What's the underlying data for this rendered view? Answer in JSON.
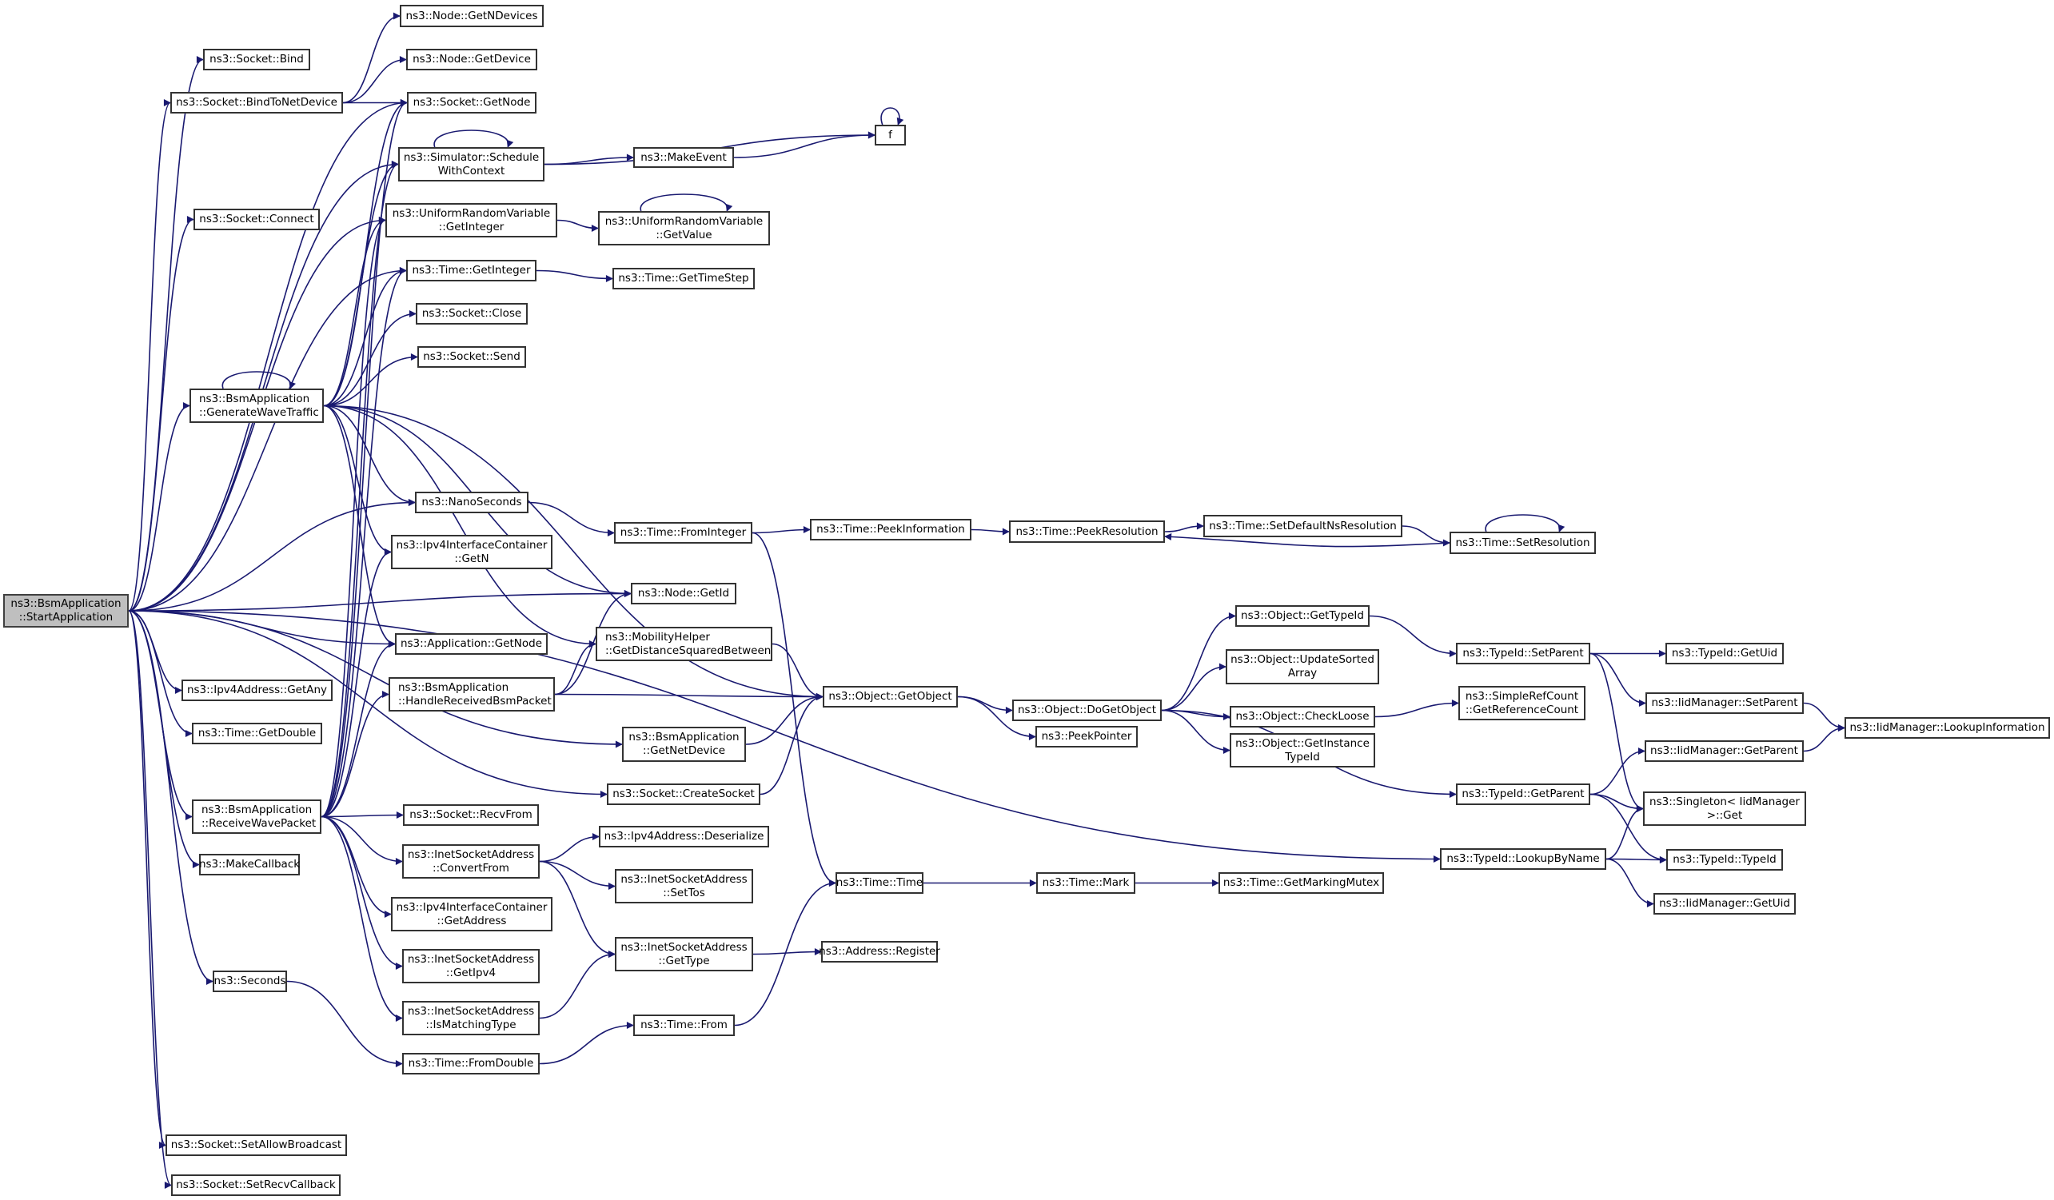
{
  "title": "Call graph of ns3::BsmApplication::StartApplication",
  "colors": {
    "edge": "#191970",
    "node_border": "#333333",
    "root_fill": "#bfbfbf",
    "node_fill": "#ffffff"
  },
  "nodes": {
    "startApp": "ns3::BsmApplication\n::StartApplication",
    "bind": "ns3::Socket::Bind",
    "bindToNetDevice": "ns3::Socket::BindToNetDevice",
    "connect": "ns3::Socket::Connect",
    "generateWave": "ns3::BsmApplication\n::GenerateWaveTraffic",
    "ipv4GetAny": "ns3::Ipv4Address::GetAny",
    "timeGetDouble": "ns3::Time::GetDouble",
    "receiveWave": "ns3::BsmApplication\n::ReceiveWavePacket",
    "makeCallback": "ns3::MakeCallback",
    "seconds": "ns3::Seconds",
    "setAllowBroadcast": "ns3::Socket::SetAllowBroadcast",
    "setRecvCallback": "ns3::Socket::SetRecvCallback",
    "nodeGetNDevices": "ns3::Node::GetNDevices",
    "nodeGetDevice": "ns3::Node::GetDevice",
    "socketGetNode": "ns3::Socket::GetNode",
    "scheduleWithContext": "ns3::Simulator::Schedule\nWithContext",
    "urvGetInteger": "ns3::UniformRandomVariable\n::GetInteger",
    "timeGetInteger": "ns3::Time::GetInteger",
    "socketClose": "ns3::Socket::Close",
    "socketSend": "ns3::Socket::Send",
    "nanoSeconds": "ns3::NanoSeconds",
    "ipv4IcGetN": "ns3::Ipv4InterfaceContainer\n::GetN",
    "appGetNode": "ns3::Application::GetNode",
    "handleReceived": "ns3::BsmApplication\n::HandleReceivedBsmPacket",
    "socketRecvFrom": "ns3::Socket::RecvFrom",
    "inetConvertFrom": "ns3::InetSocketAddress\n::ConvertFrom",
    "ipv4IcGetAddress": "ns3::Ipv4InterfaceContainer\n::GetAddress",
    "inetGetIpv4": "ns3::InetSocketAddress\n::GetIpv4",
    "inetIsMatchingType": "ns3::InetSocketAddress\n::IsMatchingType",
    "timeFromDouble": "ns3::Time::FromDouble",
    "makeEvent": "ns3::MakeEvent",
    "f": "f",
    "urvGetValue": "ns3::UniformRandomVariable\n::GetValue",
    "timeGetTimeStep": "ns3::Time::GetTimeStep",
    "timeFromInteger": "ns3::Time::FromInteger",
    "nodeGetId": "ns3::Node::GetId",
    "mobilityDist": "ns3::MobilityHelper\n::GetDistanceSquaredBetween",
    "getNetDevice": "ns3::BsmApplication\n::GetNetDevice",
    "createSocket": "ns3::Socket::CreateSocket",
    "ipv4Deserialize": "ns3::Ipv4Address::Deserialize",
    "inetSetTos": "ns3::InetSocketAddress\n::SetTos",
    "inetGetType": "ns3::InetSocketAddress\n::GetType",
    "timeFrom": "ns3::Time::From",
    "peekInformation": "ns3::Time::PeekInformation",
    "objectGetObject": "ns3::Object::GetObject",
    "timeTime": "ns3::Time::Time",
    "addressRegister": "ns3::Address::Register",
    "peekResolution": "ns3::Time::PeekResolution",
    "doGetObject": "ns3::Object::DoGetObject",
    "peekPointer": "ns3::PeekPointer",
    "timeMark": "ns3::Time::Mark",
    "setDefaultNs": "ns3::Time::SetDefaultNsResolution",
    "objGetTypeId": "ns3::Object::GetTypeId",
    "updateSorted": "ns3::Object::UpdateSorted\nArray",
    "checkLoose": "ns3::Object::CheckLoose",
    "getInstanceTypeId": "ns3::Object::GetInstance\nTypeId",
    "getMarkingMutex": "ns3::Time::GetMarkingMutex",
    "setResolution": "ns3::Time::SetResolution",
    "typeIdSetParent": "ns3::TypeId::SetParent",
    "simpleRefCount": "ns3::SimpleRefCount\n::GetReferenceCount",
    "typeIdGetParent": "ns3::TypeId::GetParent",
    "lookupByName": "ns3::TypeId::LookupByName",
    "typeIdGetUid": "ns3::TypeId::GetUid",
    "iidSetParent": "ns3::IidManager::SetParent",
    "iidGetParent": "ns3::IidManager::GetParent",
    "singletonGet": "ns3::Singleton< IidManager\n>::Get",
    "typeIdTypeId": "ns3::TypeId::TypeId",
    "iidGetUid": "ns3::IidManager::GetUid",
    "lookupInformation": "ns3::IidManager::LookupInformation"
  },
  "edges": [
    [
      "startApp",
      "bind"
    ],
    [
      "startApp",
      "bindToNetDevice"
    ],
    [
      "startApp",
      "socketGetNode"
    ],
    [
      "startApp",
      "connect"
    ],
    [
      "startApp",
      "scheduleWithContext"
    ],
    [
      "startApp",
      "urvGetInteger"
    ],
    [
      "startApp",
      "timeGetInteger"
    ],
    [
      "startApp",
      "generateWave"
    ],
    [
      "startApp",
      "nanoSeconds"
    ],
    [
      "startApp",
      "nodeGetId"
    ],
    [
      "startApp",
      "appGetNode"
    ],
    [
      "startApp",
      "ipv4GetAny"
    ],
    [
      "startApp",
      "timeGetDouble"
    ],
    [
      "startApp",
      "getNetDevice"
    ],
    [
      "startApp",
      "createSocket"
    ],
    [
      "startApp",
      "receiveWave"
    ],
    [
      "startApp",
      "makeCallback"
    ],
    [
      "startApp",
      "seconds"
    ],
    [
      "startApp",
      "lookupByName"
    ],
    [
      "startApp",
      "setAllowBroadcast"
    ],
    [
      "startApp",
      "setRecvCallback"
    ],
    [
      "bindToNetDevice",
      "nodeGetNDevices"
    ],
    [
      "bindToNetDevice",
      "nodeGetDevice"
    ],
    [
      "bindToNetDevice",
      "socketGetNode"
    ],
    [
      "generateWave",
      "generateWave"
    ],
    [
      "generateWave",
      "socketGetNode"
    ],
    [
      "generateWave",
      "scheduleWithContext"
    ],
    [
      "generateWave",
      "urvGetInteger"
    ],
    [
      "generateWave",
      "timeGetInteger"
    ],
    [
      "generateWave",
      "socketClose"
    ],
    [
      "generateWave",
      "socketSend"
    ],
    [
      "generateWave",
      "nanoSeconds"
    ],
    [
      "generateWave",
      "ipv4IcGetN"
    ],
    [
      "generateWave",
      "appGetNode"
    ],
    [
      "generateWave",
      "nodeGetId"
    ],
    [
      "generateWave",
      "mobilityDist"
    ],
    [
      "generateWave",
      "objectGetObject"
    ],
    [
      "receiveWave",
      "socketGetNode"
    ],
    [
      "receiveWave",
      "scheduleWithContext"
    ],
    [
      "receiveWave",
      "urvGetInteger"
    ],
    [
      "receiveWave",
      "timeGetInteger"
    ],
    [
      "receiveWave",
      "ipv4IcGetN"
    ],
    [
      "receiveWave",
      "appGetNode"
    ],
    [
      "receiveWave",
      "handleReceived"
    ],
    [
      "receiveWave",
      "socketRecvFrom"
    ],
    [
      "receiveWave",
      "inetConvertFrom"
    ],
    [
      "receiveWave",
      "ipv4IcGetAddress"
    ],
    [
      "receiveWave",
      "inetGetIpv4"
    ],
    [
      "receiveWave",
      "inetIsMatchingType"
    ],
    [
      "seconds",
      "timeFromDouble"
    ],
    [
      "scheduleWithContext",
      "scheduleWithContext"
    ],
    [
      "scheduleWithContext",
      "makeEvent"
    ],
    [
      "scheduleWithContext",
      "f"
    ],
    [
      "makeEvent",
      "f"
    ],
    [
      "f",
      "f"
    ],
    [
      "urvGetInteger",
      "urvGetValue"
    ],
    [
      "urvGetValue",
      "urvGetValue"
    ],
    [
      "timeGetInteger",
      "timeGetTimeStep"
    ],
    [
      "nanoSeconds",
      "timeFromInteger"
    ],
    [
      "handleReceived",
      "nodeGetId"
    ],
    [
      "handleReceived",
      "mobilityDist"
    ],
    [
      "handleReceived",
      "objectGetObject"
    ],
    [
      "mobilityDist",
      "objectGetObject"
    ],
    [
      "getNetDevice",
      "objectGetObject"
    ],
    [
      "createSocket",
      "objectGetObject"
    ],
    [
      "inetConvertFrom",
      "ipv4Deserialize"
    ],
    [
      "inetConvertFrom",
      "inetSetTos"
    ],
    [
      "inetConvertFrom",
      "inetGetType"
    ],
    [
      "inetIsMatchingType",
      "inetGetType"
    ],
    [
      "timeFromDouble",
      "timeFrom"
    ],
    [
      "timeFrom",
      "timeTime"
    ],
    [
      "timeFromInteger",
      "peekInformation"
    ],
    [
      "timeFromInteger",
      "timeTime"
    ],
    [
      "inetGetType",
      "addressRegister"
    ],
    [
      "peekInformation",
      "peekResolution"
    ],
    [
      "peekResolution",
      "setDefaultNs"
    ],
    [
      "setDefaultNs",
      "setResolution"
    ],
    [
      "setResolution",
      "peekResolution"
    ],
    [
      "setResolution",
      "setResolution"
    ],
    [
      "objectGetObject",
      "doGetObject"
    ],
    [
      "objectGetObject",
      "peekPointer"
    ],
    [
      "timeTime",
      "timeMark"
    ],
    [
      "timeMark",
      "getMarkingMutex"
    ],
    [
      "doGetObject",
      "objGetTypeId"
    ],
    [
      "doGetObject",
      "updateSorted"
    ],
    [
      "doGetObject",
      "checkLoose"
    ],
    [
      "doGetObject",
      "getInstanceTypeId"
    ],
    [
      "doGetObject",
      "typeIdGetParent"
    ],
    [
      "objGetTypeId",
      "typeIdSetParent"
    ],
    [
      "checkLoose",
      "simpleRefCount"
    ],
    [
      "typeIdSetParent",
      "typeIdGetUid"
    ],
    [
      "typeIdSetParent",
      "iidSetParent"
    ],
    [
      "typeIdSetParent",
      "singletonGet"
    ],
    [
      "typeIdGetParent",
      "iidGetParent"
    ],
    [
      "typeIdGetParent",
      "singletonGet"
    ],
    [
      "typeIdGetParent",
      "typeIdTypeId"
    ],
    [
      "lookupByName",
      "singletonGet"
    ],
    [
      "lookupByName",
      "typeIdTypeId"
    ],
    [
      "lookupByName",
      "iidGetUid"
    ],
    [
      "iidSetParent",
      "lookupInformation"
    ],
    [
      "iidGetParent",
      "lookupInformation"
    ]
  ]
}
